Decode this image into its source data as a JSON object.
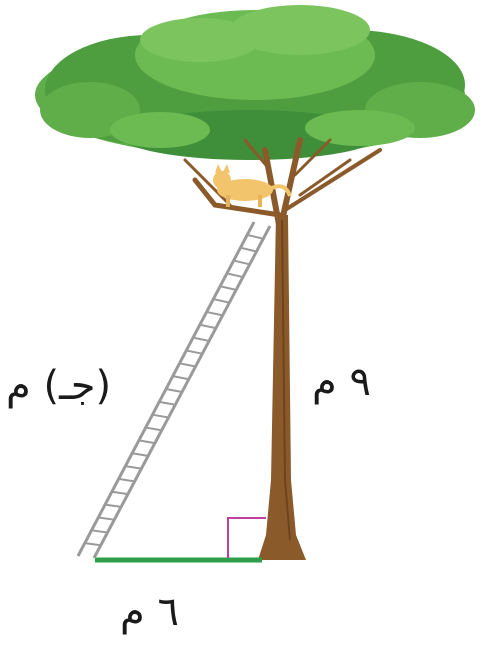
{
  "labels": {
    "ladder_length": "(جـ) م",
    "tree_height": "٩ م",
    "ground_distance": "٦ م"
  },
  "colors": {
    "foliage_dark": "#3f8f3a",
    "foliage_mid": "#5fae4a",
    "foliage_light": "#7cc45e",
    "trunk": "#8b5a2b",
    "ground_line": "#2e9e4a",
    "right_angle_marker": "#c040a0",
    "ladder": "#9a9a9a",
    "cat": "#f2c46b"
  },
  "icons": {
    "tree": "tree-illustration",
    "ladder": "ladder-illustration",
    "cat": "cat-illustration"
  }
}
